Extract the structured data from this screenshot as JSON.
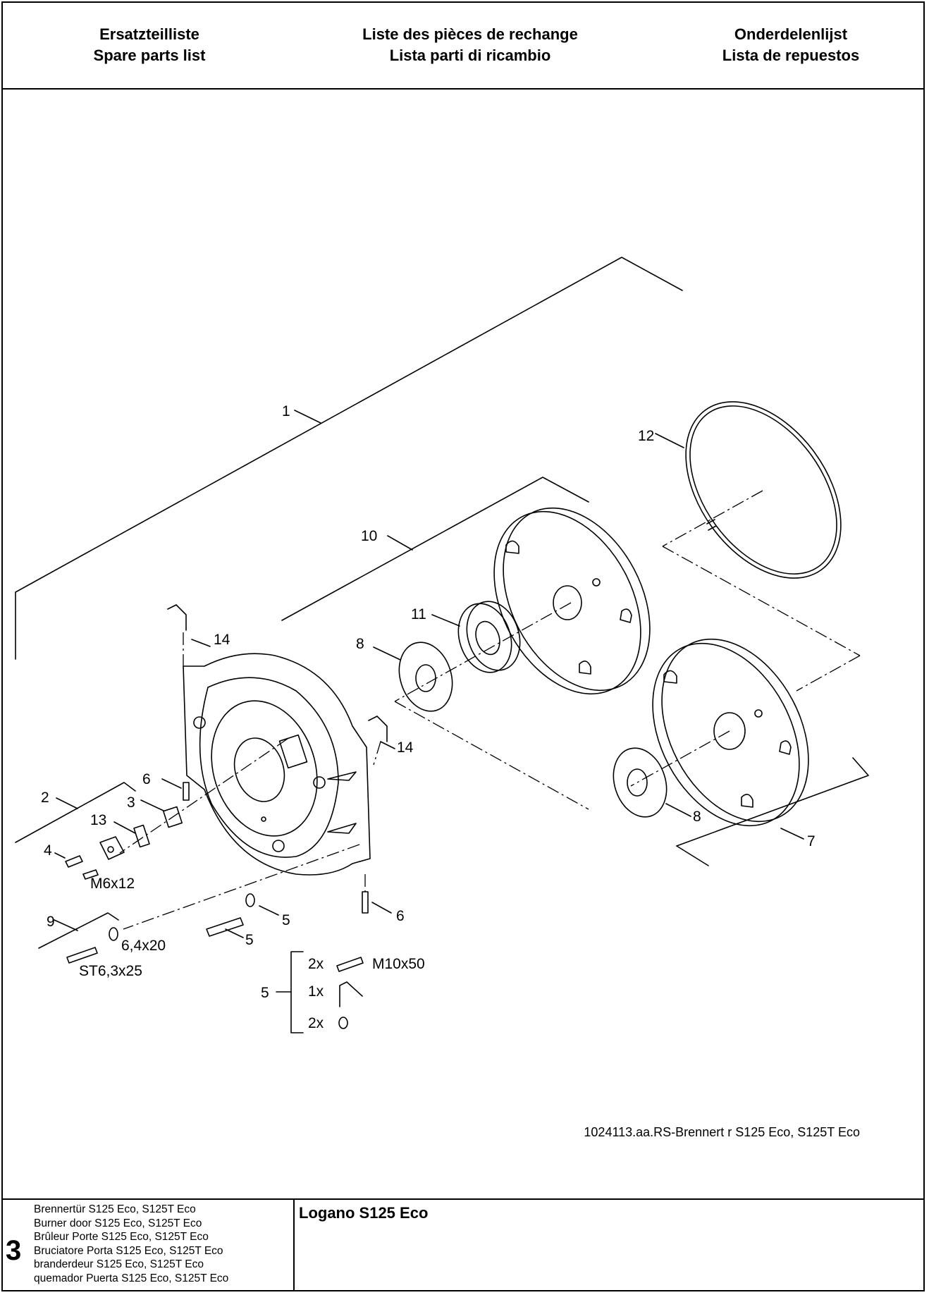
{
  "header": {
    "col1": [
      "Ersatzteilliste",
      "Spare parts list"
    ],
    "col2": [
      "Liste des pièces de rechange",
      "Lista parti di ricambio"
    ],
    "col3": [
      "Onderdelenlijst",
      "Lista de repuestos"
    ]
  },
  "callouts": {
    "c1": "1",
    "c2": "2",
    "c3": "3",
    "c4": "4",
    "c5a": "5",
    "c5b": "5",
    "c5c": "5",
    "c6a": "6",
    "c6b": "6",
    "c7": "7",
    "c8a": "8",
    "c8b": "8",
    "c9": "9",
    "c10": "10",
    "c11": "11",
    "c12": "12",
    "c13": "13",
    "c14a": "14",
    "c14b": "14",
    "m6x12": "M6x12",
    "s64x20": "6,4x20",
    "st63x25": "ST6,3x25"
  },
  "kit5": {
    "q1": "2x",
    "d1": "M10x50",
    "q2": "1x",
    "q3": "2x"
  },
  "reference": "1024113.aa.RS-Brennert r S125 Eco, S125T Eco",
  "footer": {
    "page_number": "3",
    "lines": [
      "Brennertür S125 Eco, S125T Eco",
      "Burner door S125 Eco, S125T Eco",
      "Brûleur Porte S125 Eco, S125T Eco",
      "Bruciatore Porta S125 Eco, S125T Eco",
      "branderdeur S125 Eco, S125T Eco",
      "quemador Puerta S125 Eco, S125T Eco"
    ],
    "title": "Logano S125 Eco"
  }
}
